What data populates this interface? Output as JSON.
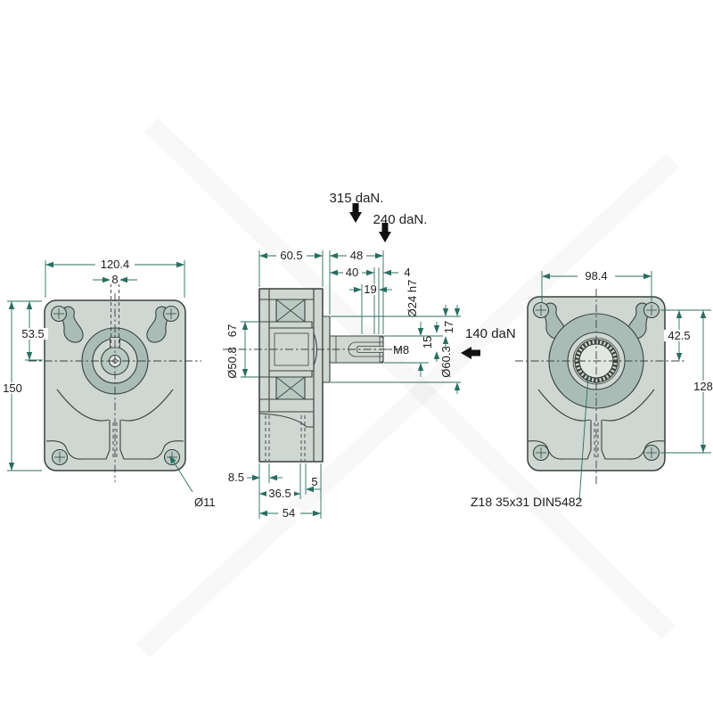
{
  "front": {
    "width": "120.4",
    "keyway_width": "8",
    "center_offset": "53.5",
    "height": "150",
    "hole_dia": "Ø11"
  },
  "section": {
    "body_length": "60.5",
    "shaft_length": "48",
    "dim_40": "40",
    "dim_4": "4",
    "dim_19": "19",
    "shaft_dia": "Ø24 h7",
    "thread": "M8",
    "dim_15": "15",
    "dim_17": "17",
    "pilot_dia": "Ø60.3",
    "bore_dia": "Ø50.8",
    "bore_depth": "67",
    "dim_8_5": "8.5",
    "dim_36_5": "36.5",
    "dim_5": "5",
    "dim_54": "54"
  },
  "forces": {
    "radial_a": "315 daN.",
    "radial_b": "240 daN.",
    "axial": "140 daN"
  },
  "rear": {
    "width": "98.4",
    "center_offset": "42.5",
    "height": "128",
    "spline_spec": "Z18 35x31 DIN5482"
  },
  "colors": {
    "body": "#cfd7d3",
    "ring": "#a9bdb6",
    "mid": "#b9cac3",
    "bore": "#e2e7e4",
    "outline": "#39413d",
    "dim": "#2b6e60",
    "text": "#1e1e1c",
    "force": "#111111"
  }
}
